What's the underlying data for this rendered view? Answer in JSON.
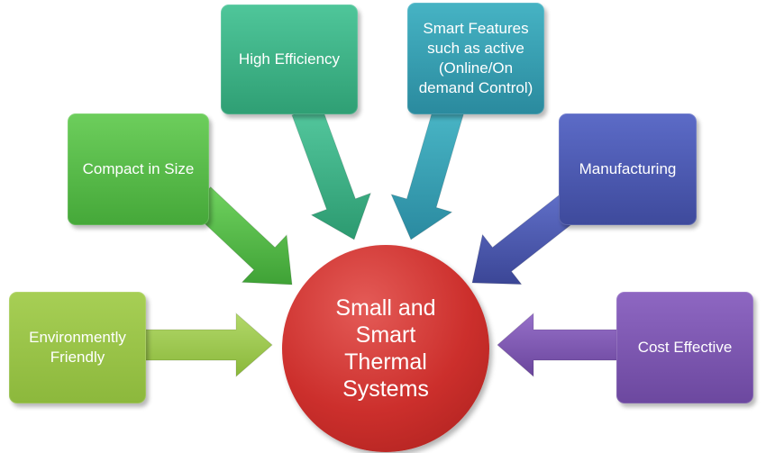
{
  "center": {
    "lines": [
      "Small and",
      "Smart",
      "Thermal",
      "Systems"
    ]
  },
  "boxes": {
    "environment": {
      "lines": [
        "Environmently",
        "Friendly"
      ]
    },
    "compact": {
      "lines": [
        "Compact in Size"
      ]
    },
    "efficiency": {
      "lines": [
        "High Efficiency"
      ]
    },
    "smart": {
      "lines": [
        "Smart Features",
        "such as active",
        "(Online/On",
        "demand Control)"
      ]
    },
    "manufacturing": {
      "lines": [
        "Manufacturing"
      ]
    },
    "cost": {
      "lines": [
        "Cost Effective"
      ]
    }
  },
  "colors": {
    "center": "#cc2f2c",
    "environment": "#98c446",
    "compact": "#57bb48",
    "efficiency": "#3db386",
    "smart": "#3a9fb2",
    "manufacturing": "#4c59b3",
    "cost": "#7b57b2"
  }
}
